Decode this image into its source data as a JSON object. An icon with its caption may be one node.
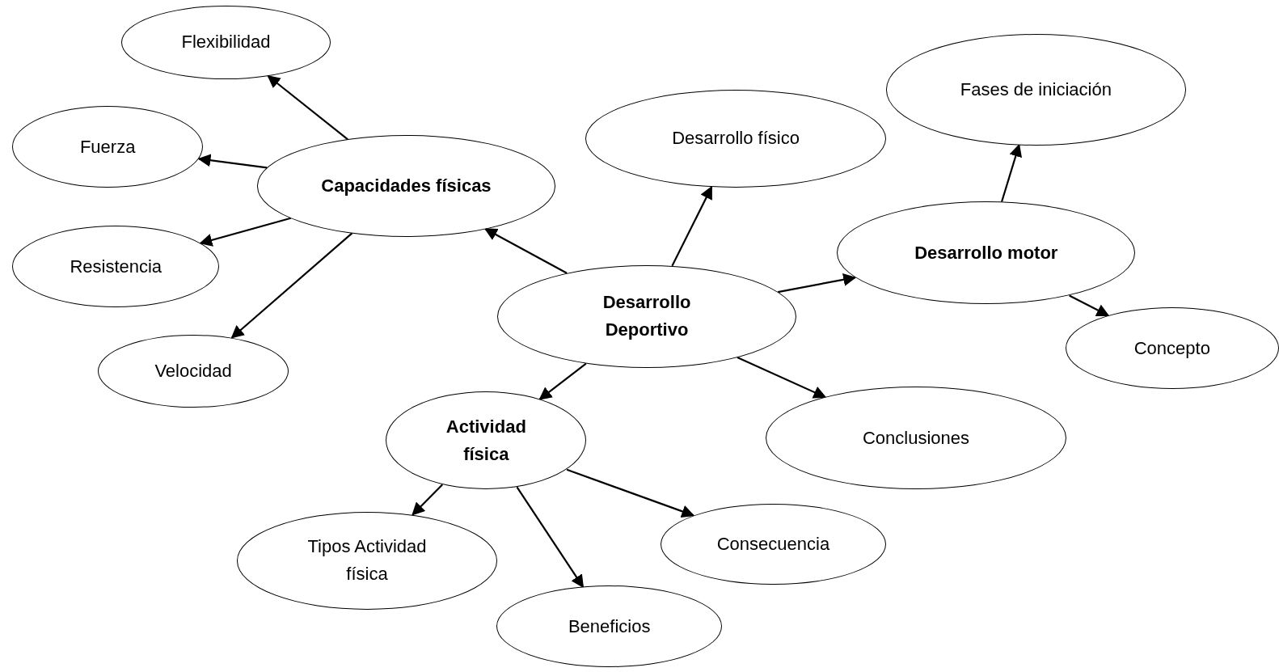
{
  "diagram": {
    "nodes": [
      {
        "text": [
          "Desarrollo Deportivo"
        ]
      },
      {
        "text": [
          "Capacidades físicas"
        ]
      },
      {
        "text": [
          "Flexibilidad"
        ]
      },
      {
        "text": [
          "Fuerza"
        ]
      },
      {
        "text": [
          "Resistencia"
        ]
      },
      {
        "text": [
          "Velocidad"
        ]
      },
      {
        "text": [
          "Desarrollo físico"
        ]
      },
      {
        "text": [
          "Fases de iniciación"
        ]
      },
      {
        "text": [
          "Desarrollo motor"
        ]
      },
      {
        "text": [
          "Concepto"
        ]
      },
      {
        "text": [
          "Conclusiones"
        ]
      },
      {
        "text": [
          "Actividad física"
        ]
      },
      {
        "text": [
          "Tipos Actividad física"
        ]
      },
      {
        "text": [
          "Beneficios"
        ]
      },
      {
        "text": [
          "Consecuencia"
        ]
      }
    ],
    "edges": [
      {
        "from": 0,
        "to": 1,
        "arrow": "to"
      },
      {
        "from": 1,
        "to": 2,
        "arrow": "to"
      },
      {
        "from": 1,
        "to": 3,
        "arrow": "to"
      },
      {
        "from": 1,
        "to": 4,
        "arrow": "to"
      },
      {
        "from": 1,
        "to": 5,
        "arrow": "to"
      },
      {
        "from": 0,
        "to": 6,
        "arrow": "to"
      },
      {
        "from": 0,
        "to": 8,
        "arrow": "to"
      },
      {
        "from": 8,
        "to": 7,
        "arrow": "to"
      },
      {
        "from": 8,
        "to": 9,
        "arrow": "to"
      },
      {
        "from": 0,
        "to": 10,
        "arrow": "to"
      },
      {
        "from": 0,
        "to": 11,
        "arrow": "to"
      },
      {
        "from": 11,
        "to": 12,
        "arrow": "to"
      },
      {
        "from": 11,
        "to": 13,
        "arrow": "to"
      },
      {
        "from": 11,
        "to": 14,
        "arrow": "to"
      }
    ]
  }
}
